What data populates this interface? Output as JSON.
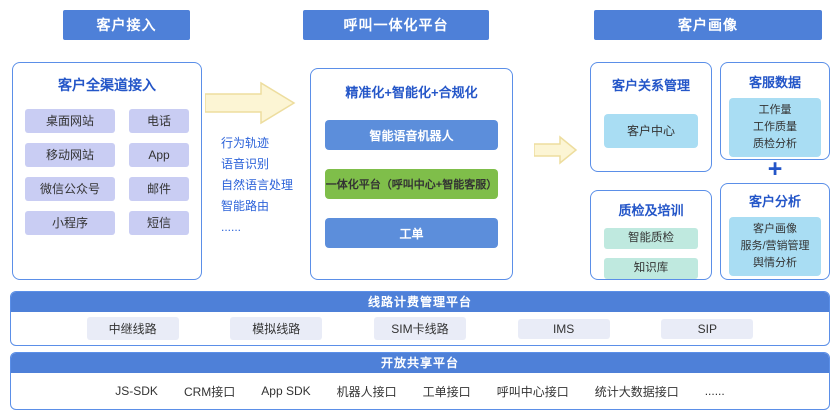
{
  "banners": {
    "access": "客户接入",
    "platform": "呼叫一体化平台",
    "profile": "客户画像"
  },
  "access": {
    "title": "客户全渠道接入",
    "channels": [
      "桌面网站",
      "电话",
      "移动网站",
      "App",
      "微信公众号",
      "邮件",
      "小程序",
      "短信"
    ]
  },
  "capabilities": {
    "items": [
      "行为轨迹",
      "语音识别",
      "自然语言处理",
      "智能路由",
      "......"
    ]
  },
  "platform": {
    "title": "精准化+智能化+合规化",
    "bars": [
      {
        "label": "智能语音机器人",
        "color": "#5c8edb"
      },
      {
        "label": "一体化平台（呼叫中心+智能客服）",
        "color": "#7fbe4a"
      },
      {
        "label": "工单",
        "color": "#5c8edb"
      }
    ]
  },
  "profile": {
    "crm": {
      "title": "客户关系管理",
      "item": "客户中心"
    },
    "service_data": {
      "title": "客服数据",
      "items": [
        "工作量",
        "工作质量",
        "质检分析"
      ]
    },
    "plus": "+",
    "quality": {
      "title": "质检及培训",
      "items": [
        "智能质检",
        "知识库"
      ]
    },
    "analysis": {
      "title": "客户分析",
      "items": [
        "客户画像",
        "服务/营销管理",
        "舆情分析"
      ]
    }
  },
  "billing": {
    "title": "线路计费管理平台",
    "lines": [
      "中继线路",
      "模拟线路",
      "SIM卡线路",
      "IMS",
      "SIP"
    ]
  },
  "open": {
    "title": "开放共享平台",
    "apis": [
      "JS-SDK",
      "CRM接口",
      "App SDK",
      "机器人接口",
      "工单接口",
      "呼叫中心接口",
      "统计大数据接口",
      "......"
    ]
  },
  "colors": {
    "banner_blue": "#4e80d8",
    "border_blue": "#5b8fe8",
    "title_blue": "#2456c8",
    "chip_lavender": "#c9cdf3",
    "panel_lightblue": "#a9ddf3",
    "chip_teal": "#bfe9df",
    "bar_blue": "#5c8edb",
    "bar_green": "#7fbe4a",
    "arrow_yellow": "#fcf5d4"
  }
}
